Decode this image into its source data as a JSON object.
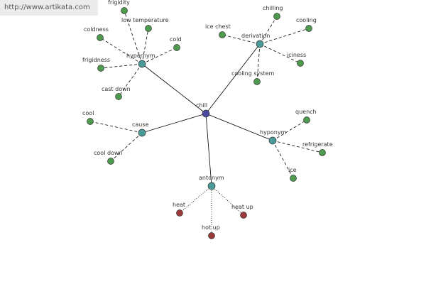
{
  "site_url": "http://www.artikata.com",
  "colors": {
    "center": "#4a4aa0",
    "relation": "#4a9a9a",
    "term": "#4e9a4e",
    "antonym_term": "#9a3a3a"
  },
  "graph": {
    "center": "chill",
    "relations": [
      {
        "label": "hypernym",
        "terms": [
          "frigidity",
          "low temperature",
          "coldness",
          "cold",
          "frigidness",
          "cast down"
        ]
      },
      {
        "label": "derivation",
        "terms": [
          "ice chest",
          "chilling",
          "cooling",
          "iciness",
          "cooling system"
        ]
      },
      {
        "label": "cause",
        "terms": [
          "cool",
          "cool down"
        ]
      },
      {
        "label": "hyponym",
        "terms": [
          "quench",
          "refrigerate",
          "ice"
        ]
      },
      {
        "label": "antonym",
        "terms": [
          "heat",
          "heat up",
          "hot up"
        ]
      }
    ]
  }
}
